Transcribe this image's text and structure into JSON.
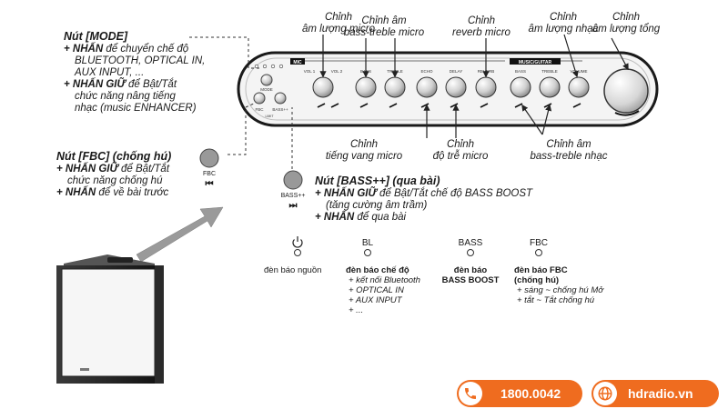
{
  "panel": {
    "section_mic": "MIC",
    "section_music": "MUSIC/GUITAR",
    "knob_labels": [
      "VOL 1",
      "VOL 2",
      "BASS",
      "TREBLE",
      "ECHO",
      "DELAY",
      "REVERB",
      "BASS",
      "TREBLE",
      "VOLUME"
    ],
    "led_labels": [
      "BL",
      "BASS",
      "FBC"
    ],
    "mode_label": "MODE",
    "fbc_label": "FBC",
    "bass_label": "BASS++",
    "mode_small": "LIMIT"
  },
  "callouts": {
    "vol_mic": [
      "Chỉnh",
      "âm lượng micro"
    ],
    "bass_treble_mic": [
      "Chỉnh âm",
      "bass-treble micro"
    ],
    "reverb_mic": [
      "Chỉnh",
      "reverb micro"
    ],
    "vol_music": [
      "Chỉnh",
      "âm lượng nhạc"
    ],
    "vol_master": [
      "Chỉnh",
      "âm lượng tổng"
    ],
    "echo_mic": [
      "Chỉnh",
      "tiếng vang micro"
    ],
    "delay_mic": [
      "Chỉnh",
      "độ trễ micro"
    ],
    "bass_treble_music": [
      "Chỉnh âm",
      "bass-treble nhạc"
    ]
  },
  "mode_button": {
    "title": "Nút [MODE]",
    "l1_key": "+ NHẤN",
    "l1_text": " để chuyển chế độ",
    "l2": "BLUETOOTH, OPTICAL IN,",
    "l3": "AUX INPUT, ...",
    "l4_key": "+ NHẤN GIỮ",
    "l4_text": " để Bật/Tắt",
    "l5": "chức năng nâng tiếng",
    "l6": "nhạc (music ENHANCER)"
  },
  "fbc_button": {
    "title": "Nút [FBC] (chống hú)",
    "l1_key": "+ NHẤN GIỮ",
    "l1_text": " để Bật/Tắt",
    "l2": "chức năng chống hú",
    "l3_key": "+ NHẤN",
    "l3_text": " để về bài trước",
    "icon_label": "FBC",
    "icon_glyph": "⏮"
  },
  "bass_button": {
    "title": "Nút [BASS++] (qua bài)",
    "l1_key": "+ NHẤN GIỮ",
    "l1_text": " để Bật/Tắt chế độ BASS BOOST",
    "l2": "(tăng cường âm trầm)",
    "l3_key": "+ NHẤN",
    "l3_text": " để qua bài",
    "icon_label": "BASS++",
    "icon_glyph": "⏭"
  },
  "indicators": {
    "power_label": "đèn báo nguồn",
    "bl_title": "BL",
    "bl_label": "đèn báo chế độ",
    "bl_items": [
      "+ kết nối Bluetooth",
      "+ OPTICAL IN",
      "+ AUX INPUT",
      "+ ..."
    ],
    "bass_title": "BASS",
    "bass_label1": "đèn báo",
    "bass_label2": "BASS BOOST",
    "fbc_title": "FBC",
    "fbc_label1": "đèn báo FBC",
    "fbc_label2": "(chống hú)",
    "fbc_items": [
      "+ sáng ~ chống hú Mở",
      "+ tắt ~ Tắt chống hú"
    ]
  },
  "contact": {
    "phone": "1800.0042",
    "website": "hdradio.vn"
  },
  "colors": {
    "accent": "#ef6c1f",
    "panel_bg": "#f2f2f2",
    "dark": "#1a1a1a"
  }
}
